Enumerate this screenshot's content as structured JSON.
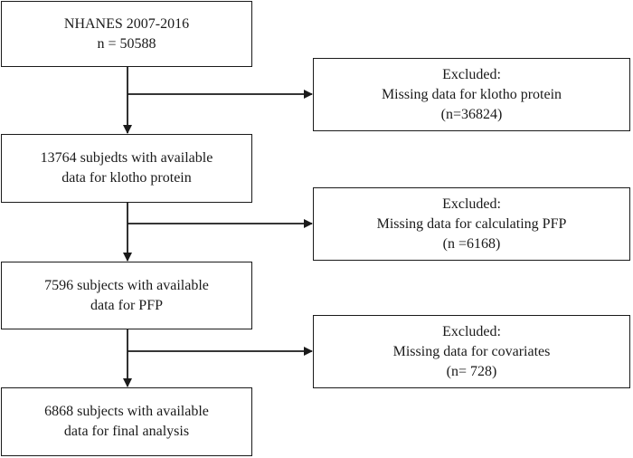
{
  "main_steps": [
    {
      "line1": "NHANES 2007-2016",
      "line2": "n = 50588"
    },
    {
      "line1": "13764 subjedts with available",
      "line2": "data for klotho protein"
    },
    {
      "line1": "7596 subjects with available",
      "line2": "data for PFP"
    },
    {
      "line1": "6868 subjects with available",
      "line2": "data for final analysis"
    }
  ],
  "exclusions": [
    {
      "heading": "Excluded:",
      "reason": "Missing data for klotho protein",
      "count": "(n=36824)"
    },
    {
      "heading": "Excluded:",
      "reason": "Missing data for calculating PFP",
      "count": "(n =6168)"
    },
    {
      "heading": "Excluded:",
      "reason": "Missing data for covariates",
      "count": "(n= 728)"
    }
  ],
  "colors": {
    "line": "#1a1a1a",
    "background": "#ffffff"
  }
}
